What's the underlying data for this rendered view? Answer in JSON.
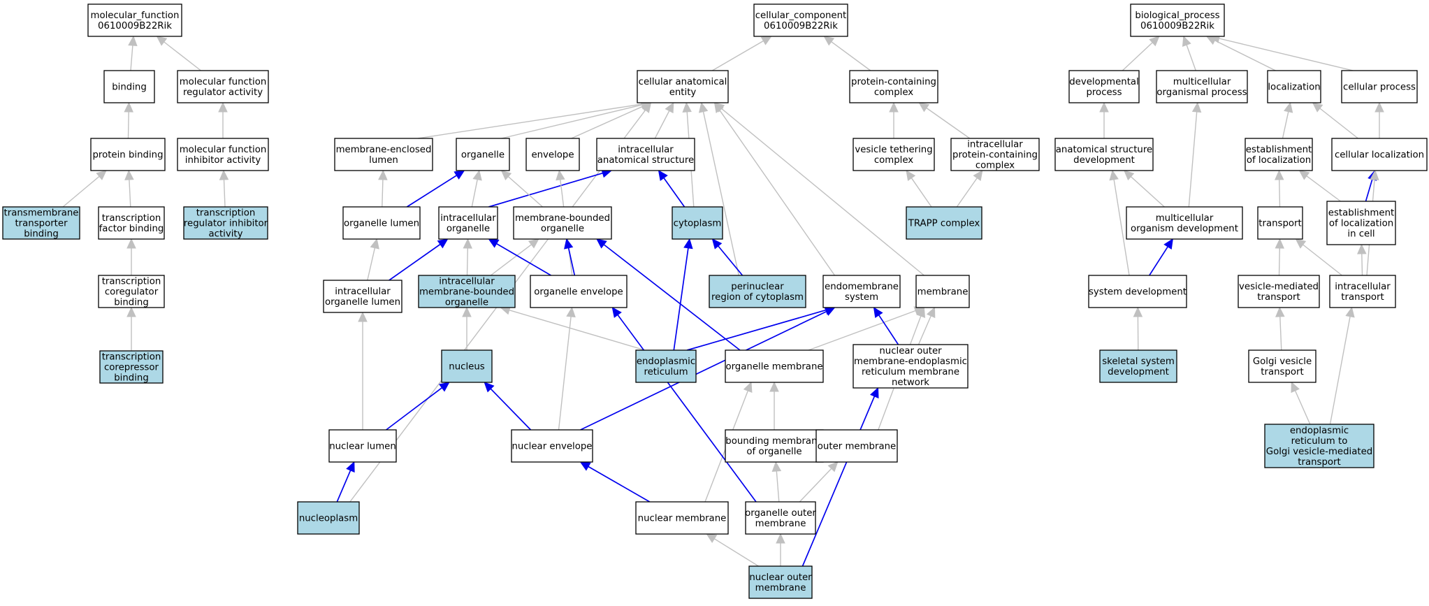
{
  "colors": {
    "highlight": "#add8e6",
    "plain": "#ffffff",
    "is_a": "#c0c0c0",
    "part_of": "#0000ee"
  },
  "nodes": [
    {
      "id": "mf",
      "lines": [
        "molecular_function",
        "0610009B22Rik"
      ],
      "hl": false
    },
    {
      "id": "binding",
      "lines": [
        "binding"
      ],
      "hl": false
    },
    {
      "id": "mfreg",
      "lines": [
        "molecular function",
        "regulator activity"
      ],
      "hl": false
    },
    {
      "id": "protbind",
      "lines": [
        "protein binding"
      ],
      "hl": false
    },
    {
      "id": "mfinh",
      "lines": [
        "molecular function",
        "inhibitor activity"
      ],
      "hl": false
    },
    {
      "id": "tmtb",
      "lines": [
        "transmembrane",
        "transporter",
        "binding"
      ],
      "hl": true
    },
    {
      "id": "tfb",
      "lines": [
        "transcription",
        "factor binding"
      ],
      "hl": false
    },
    {
      "id": "trinh",
      "lines": [
        "transcription",
        "regulator inhibitor",
        "activity"
      ],
      "hl": true
    },
    {
      "id": "tcob",
      "lines": [
        "transcription",
        "coregulator",
        "binding"
      ],
      "hl": false
    },
    {
      "id": "tcorep",
      "lines": [
        "transcription",
        "corepressor",
        "binding"
      ],
      "hl": true
    },
    {
      "id": "cc",
      "lines": [
        "cellular_component",
        "0610009B22Rik"
      ],
      "hl": false
    },
    {
      "id": "cae",
      "lines": [
        "cellular anatomical",
        "entity"
      ],
      "hl": false
    },
    {
      "id": "pcc",
      "lines": [
        "protein-containing",
        "complex"
      ],
      "hl": false
    },
    {
      "id": "mel",
      "lines": [
        "membrane-enclosed",
        "lumen"
      ],
      "hl": false
    },
    {
      "id": "organelle",
      "lines": [
        "organelle"
      ],
      "hl": false
    },
    {
      "id": "envelope",
      "lines": [
        "envelope"
      ],
      "hl": false
    },
    {
      "id": "ias",
      "lines": [
        "intracellular",
        "anatomical structure"
      ],
      "hl": false
    },
    {
      "id": "vtc",
      "lines": [
        "vesicle tethering",
        "complex"
      ],
      "hl": false
    },
    {
      "id": "ipcc",
      "lines": [
        "intracellular",
        "protein-containing",
        "complex"
      ],
      "hl": false
    },
    {
      "id": "orglumen",
      "lines": [
        "organelle lumen"
      ],
      "hl": false
    },
    {
      "id": "intorg",
      "lines": [
        "intracellular",
        "organelle"
      ],
      "hl": false
    },
    {
      "id": "mbo",
      "lines": [
        "membrane-bounded",
        "organelle"
      ],
      "hl": false
    },
    {
      "id": "cytoplasm",
      "lines": [
        "cytoplasm"
      ],
      "hl": true
    },
    {
      "id": "trapp",
      "lines": [
        "TRAPP complex"
      ],
      "hl": true
    },
    {
      "id": "iol",
      "lines": [
        "intracellular",
        "organelle lumen"
      ],
      "hl": false
    },
    {
      "id": "imbo",
      "lines": [
        "intracellular",
        "membrane-bounded",
        "organelle"
      ],
      "hl": true
    },
    {
      "id": "orgenv",
      "lines": [
        "organelle envelope"
      ],
      "hl": false
    },
    {
      "id": "pnrc",
      "lines": [
        "perinuclear",
        "region of cytoplasm"
      ],
      "hl": true
    },
    {
      "id": "endosys",
      "lines": [
        "endomembrane",
        "system"
      ],
      "hl": false
    },
    {
      "id": "membrane",
      "lines": [
        "membrane"
      ],
      "hl": false
    },
    {
      "id": "nucleus",
      "lines": [
        "nucleus"
      ],
      "hl": true
    },
    {
      "id": "er",
      "lines": [
        "endoplasmic",
        "reticulum"
      ],
      "hl": true
    },
    {
      "id": "orgmem",
      "lines": [
        "organelle membrane"
      ],
      "hl": false
    },
    {
      "id": "nomern",
      "lines": [
        "nuclear outer",
        "membrane-endoplasmic",
        "reticulum membrane",
        "network"
      ],
      "hl": false
    },
    {
      "id": "nlumen",
      "lines": [
        "nuclear lumen"
      ],
      "hl": false
    },
    {
      "id": "nenv",
      "lines": [
        "nuclear envelope"
      ],
      "hl": false
    },
    {
      "id": "bmo",
      "lines": [
        "bounding membrane",
        "of organelle"
      ],
      "hl": false
    },
    {
      "id": "outmem",
      "lines": [
        "outer membrane"
      ],
      "hl": false
    },
    {
      "id": "nucleoplasm",
      "lines": [
        "nucleoplasm"
      ],
      "hl": true
    },
    {
      "id": "nmem",
      "lines": [
        "nuclear membrane"
      ],
      "hl": false
    },
    {
      "id": "oom",
      "lines": [
        "organelle outer",
        "membrane"
      ],
      "hl": false
    },
    {
      "id": "nom",
      "lines": [
        "nuclear outer",
        "membrane"
      ],
      "hl": true
    },
    {
      "id": "bp",
      "lines": [
        "biological_process",
        "0610009B22Rik"
      ],
      "hl": false
    },
    {
      "id": "devproc",
      "lines": [
        "developmental",
        "process"
      ],
      "hl": false
    },
    {
      "id": "mop",
      "lines": [
        "multicellular",
        "organismal process"
      ],
      "hl": false
    },
    {
      "id": "loc",
      "lines": [
        "localization"
      ],
      "hl": false
    },
    {
      "id": "cproc",
      "lines": [
        "cellular process"
      ],
      "hl": false
    },
    {
      "id": "asd",
      "lines": [
        "anatomical structure",
        "development"
      ],
      "hl": false
    },
    {
      "id": "eol",
      "lines": [
        "establishment",
        "of localization"
      ],
      "hl": false
    },
    {
      "id": "cloc",
      "lines": [
        "cellular localization"
      ],
      "hl": false
    },
    {
      "id": "mod",
      "lines": [
        "multicellular",
        "organism development"
      ],
      "hl": false
    },
    {
      "id": "transport",
      "lines": [
        "transport"
      ],
      "hl": false
    },
    {
      "id": "eolc",
      "lines": [
        "establishment",
        "of localization",
        "in cell"
      ],
      "hl": false
    },
    {
      "id": "sysdev",
      "lines": [
        "system development"
      ],
      "hl": false
    },
    {
      "id": "vmt",
      "lines": [
        "vesicle-mediated",
        "transport"
      ],
      "hl": false
    },
    {
      "id": "itrans",
      "lines": [
        "intracellular",
        "transport"
      ],
      "hl": false
    },
    {
      "id": "gvt",
      "lines": [
        "Golgi vesicle",
        "transport"
      ],
      "hl": false
    },
    {
      "id": "ssd",
      "lines": [
        "skeletal system",
        "development"
      ],
      "hl": true
    },
    {
      "id": "ergvt",
      "lines": [
        "endoplasmic",
        "reticulum to",
        "Golgi vesicle-mediated",
        "transport"
      ],
      "hl": true
    }
  ],
  "edges": [
    {
      "from": "binding",
      "to": "mf",
      "type": "is_a"
    },
    {
      "from": "mfreg",
      "to": "mf",
      "type": "is_a"
    },
    {
      "from": "protbind",
      "to": "binding",
      "type": "is_a"
    },
    {
      "from": "mfinh",
      "to": "mfreg",
      "type": "is_a"
    },
    {
      "from": "tmtb",
      "to": "protbind",
      "type": "is_a"
    },
    {
      "from": "tfb",
      "to": "protbind",
      "type": "is_a"
    },
    {
      "from": "trinh",
      "to": "mfinh",
      "type": "is_a"
    },
    {
      "from": "tcob",
      "to": "tfb",
      "type": "is_a"
    },
    {
      "from": "tcorep",
      "to": "tcob",
      "type": "is_a"
    },
    {
      "from": "cae",
      "to": "cc",
      "type": "is_a"
    },
    {
      "from": "pcc",
      "to": "cc",
      "type": "is_a"
    },
    {
      "from": "mel",
      "to": "cae",
      "type": "is_a"
    },
    {
      "from": "organelle",
      "to": "cae",
      "type": "is_a"
    },
    {
      "from": "envelope",
      "to": "cae",
      "type": "is_a"
    },
    {
      "from": "ias",
      "to": "cae",
      "type": "is_a"
    },
    {
      "from": "cytoplasm",
      "to": "cae",
      "type": "is_a"
    },
    {
      "from": "pnrc",
      "to": "cae",
      "type": "is_a"
    },
    {
      "from": "endosys",
      "to": "cae",
      "type": "is_a"
    },
    {
      "from": "membrane",
      "to": "cae",
      "type": "is_a"
    },
    {
      "from": "nucleoplasm",
      "to": "cae",
      "type": "is_a"
    },
    {
      "from": "vtc",
      "to": "pcc",
      "type": "is_a"
    },
    {
      "from": "ipcc",
      "to": "pcc",
      "type": "is_a"
    },
    {
      "from": "trapp",
      "to": "vtc",
      "type": "is_a"
    },
    {
      "from": "trapp",
      "to": "ipcc",
      "type": "is_a"
    },
    {
      "from": "orglumen",
      "to": "mel",
      "type": "is_a"
    },
    {
      "from": "orglumen",
      "to": "organelle",
      "type": "part_of"
    },
    {
      "from": "intorg",
      "to": "organelle",
      "type": "is_a"
    },
    {
      "from": "intorg",
      "to": "ias",
      "type": "part_of"
    },
    {
      "from": "mbo",
      "to": "organelle",
      "type": "is_a"
    },
    {
      "from": "cytoplasm",
      "to": "ias",
      "type": "part_of"
    },
    {
      "from": "pnrc",
      "to": "cytoplasm",
      "type": "part_of"
    },
    {
      "from": "iol",
      "to": "orglumen",
      "type": "is_a"
    },
    {
      "from": "iol",
      "to": "intorg",
      "type": "part_of"
    },
    {
      "from": "imbo",
      "to": "intorg",
      "type": "is_a"
    },
    {
      "from": "imbo",
      "to": "mbo",
      "type": "is_a"
    },
    {
      "from": "orgenv",
      "to": "envelope",
      "type": "is_a"
    },
    {
      "from": "orgenv",
      "to": "intorg",
      "type": "part_of"
    },
    {
      "from": "orgenv",
      "to": "mbo",
      "type": "part_of"
    },
    {
      "from": "nucleus",
      "to": "imbo",
      "type": "is_a"
    },
    {
      "from": "er",
      "to": "imbo",
      "type": "is_a"
    },
    {
      "from": "er",
      "to": "cytoplasm",
      "type": "part_of"
    },
    {
      "from": "er",
      "to": "endosys",
      "type": "part_of"
    },
    {
      "from": "orgmem",
      "to": "membrane",
      "type": "is_a"
    },
    {
      "from": "orgmem",
      "to": "mbo",
      "type": "part_of"
    },
    {
      "from": "nomern",
      "to": "membrane",
      "type": "is_a"
    },
    {
      "from": "nomern",
      "to": "endosys",
      "type": "part_of"
    },
    {
      "from": "nlumen",
      "to": "iol",
      "type": "is_a"
    },
    {
      "from": "nlumen",
      "to": "nucleus",
      "type": "part_of"
    },
    {
      "from": "nenv",
      "to": "orgenv",
      "type": "is_a"
    },
    {
      "from": "nenv",
      "to": "nucleus",
      "type": "part_of"
    },
    {
      "from": "nenv",
      "to": "endosys",
      "type": "part_of"
    },
    {
      "from": "bmo",
      "to": "orgmem",
      "type": "is_a"
    },
    {
      "from": "outmem",
      "to": "membrane",
      "type": "is_a"
    },
    {
      "from": "nucleoplasm",
      "to": "nlumen",
      "type": "part_of"
    },
    {
      "from": "nmem",
      "to": "orgmem",
      "type": "is_a"
    },
    {
      "from": "nmem",
      "to": "nenv",
      "type": "part_of"
    },
    {
      "from": "oom",
      "to": "bmo",
      "type": "is_a"
    },
    {
      "from": "oom",
      "to": "outmem",
      "type": "is_a"
    },
    {
      "from": "oom",
      "to": "orgenv",
      "type": "part_of"
    },
    {
      "from": "nom",
      "to": "nmem",
      "type": "is_a"
    },
    {
      "from": "nom",
      "to": "oom",
      "type": "is_a"
    },
    {
      "from": "nom",
      "to": "nomern",
      "type": "part_of"
    },
    {
      "from": "devproc",
      "to": "bp",
      "type": "is_a"
    },
    {
      "from": "mop",
      "to": "bp",
      "type": "is_a"
    },
    {
      "from": "loc",
      "to": "bp",
      "type": "is_a"
    },
    {
      "from": "cproc",
      "to": "bp",
      "type": "is_a"
    },
    {
      "from": "asd",
      "to": "devproc",
      "type": "is_a"
    },
    {
      "from": "eol",
      "to": "loc",
      "type": "is_a"
    },
    {
      "from": "cloc",
      "to": "loc",
      "type": "is_a"
    },
    {
      "from": "cloc",
      "to": "cproc",
      "type": "is_a"
    },
    {
      "from": "mod",
      "to": "asd",
      "type": "is_a"
    },
    {
      "from": "mod",
      "to": "mop",
      "type": "is_a"
    },
    {
      "from": "transport",
      "to": "eol",
      "type": "is_a"
    },
    {
      "from": "eolc",
      "to": "eol",
      "type": "is_a"
    },
    {
      "from": "eolc",
      "to": "cloc",
      "type": "part_of"
    },
    {
      "from": "sysdev",
      "to": "asd",
      "type": "is_a"
    },
    {
      "from": "sysdev",
      "to": "mod",
      "type": "part_of"
    },
    {
      "from": "vmt",
      "to": "transport",
      "type": "is_a"
    },
    {
      "from": "itrans",
      "to": "transport",
      "type": "is_a"
    },
    {
      "from": "itrans",
      "to": "eolc",
      "type": "is_a"
    },
    {
      "from": "itrans",
      "to": "cloc",
      "type": "is_a"
    },
    {
      "from": "gvt",
      "to": "vmt",
      "type": "is_a"
    },
    {
      "from": "ssd",
      "to": "sysdev",
      "type": "is_a"
    },
    {
      "from": "ergvt",
      "to": "gvt",
      "type": "is_a"
    },
    {
      "from": "ergvt",
      "to": "itrans",
      "type": "is_a"
    }
  ]
}
